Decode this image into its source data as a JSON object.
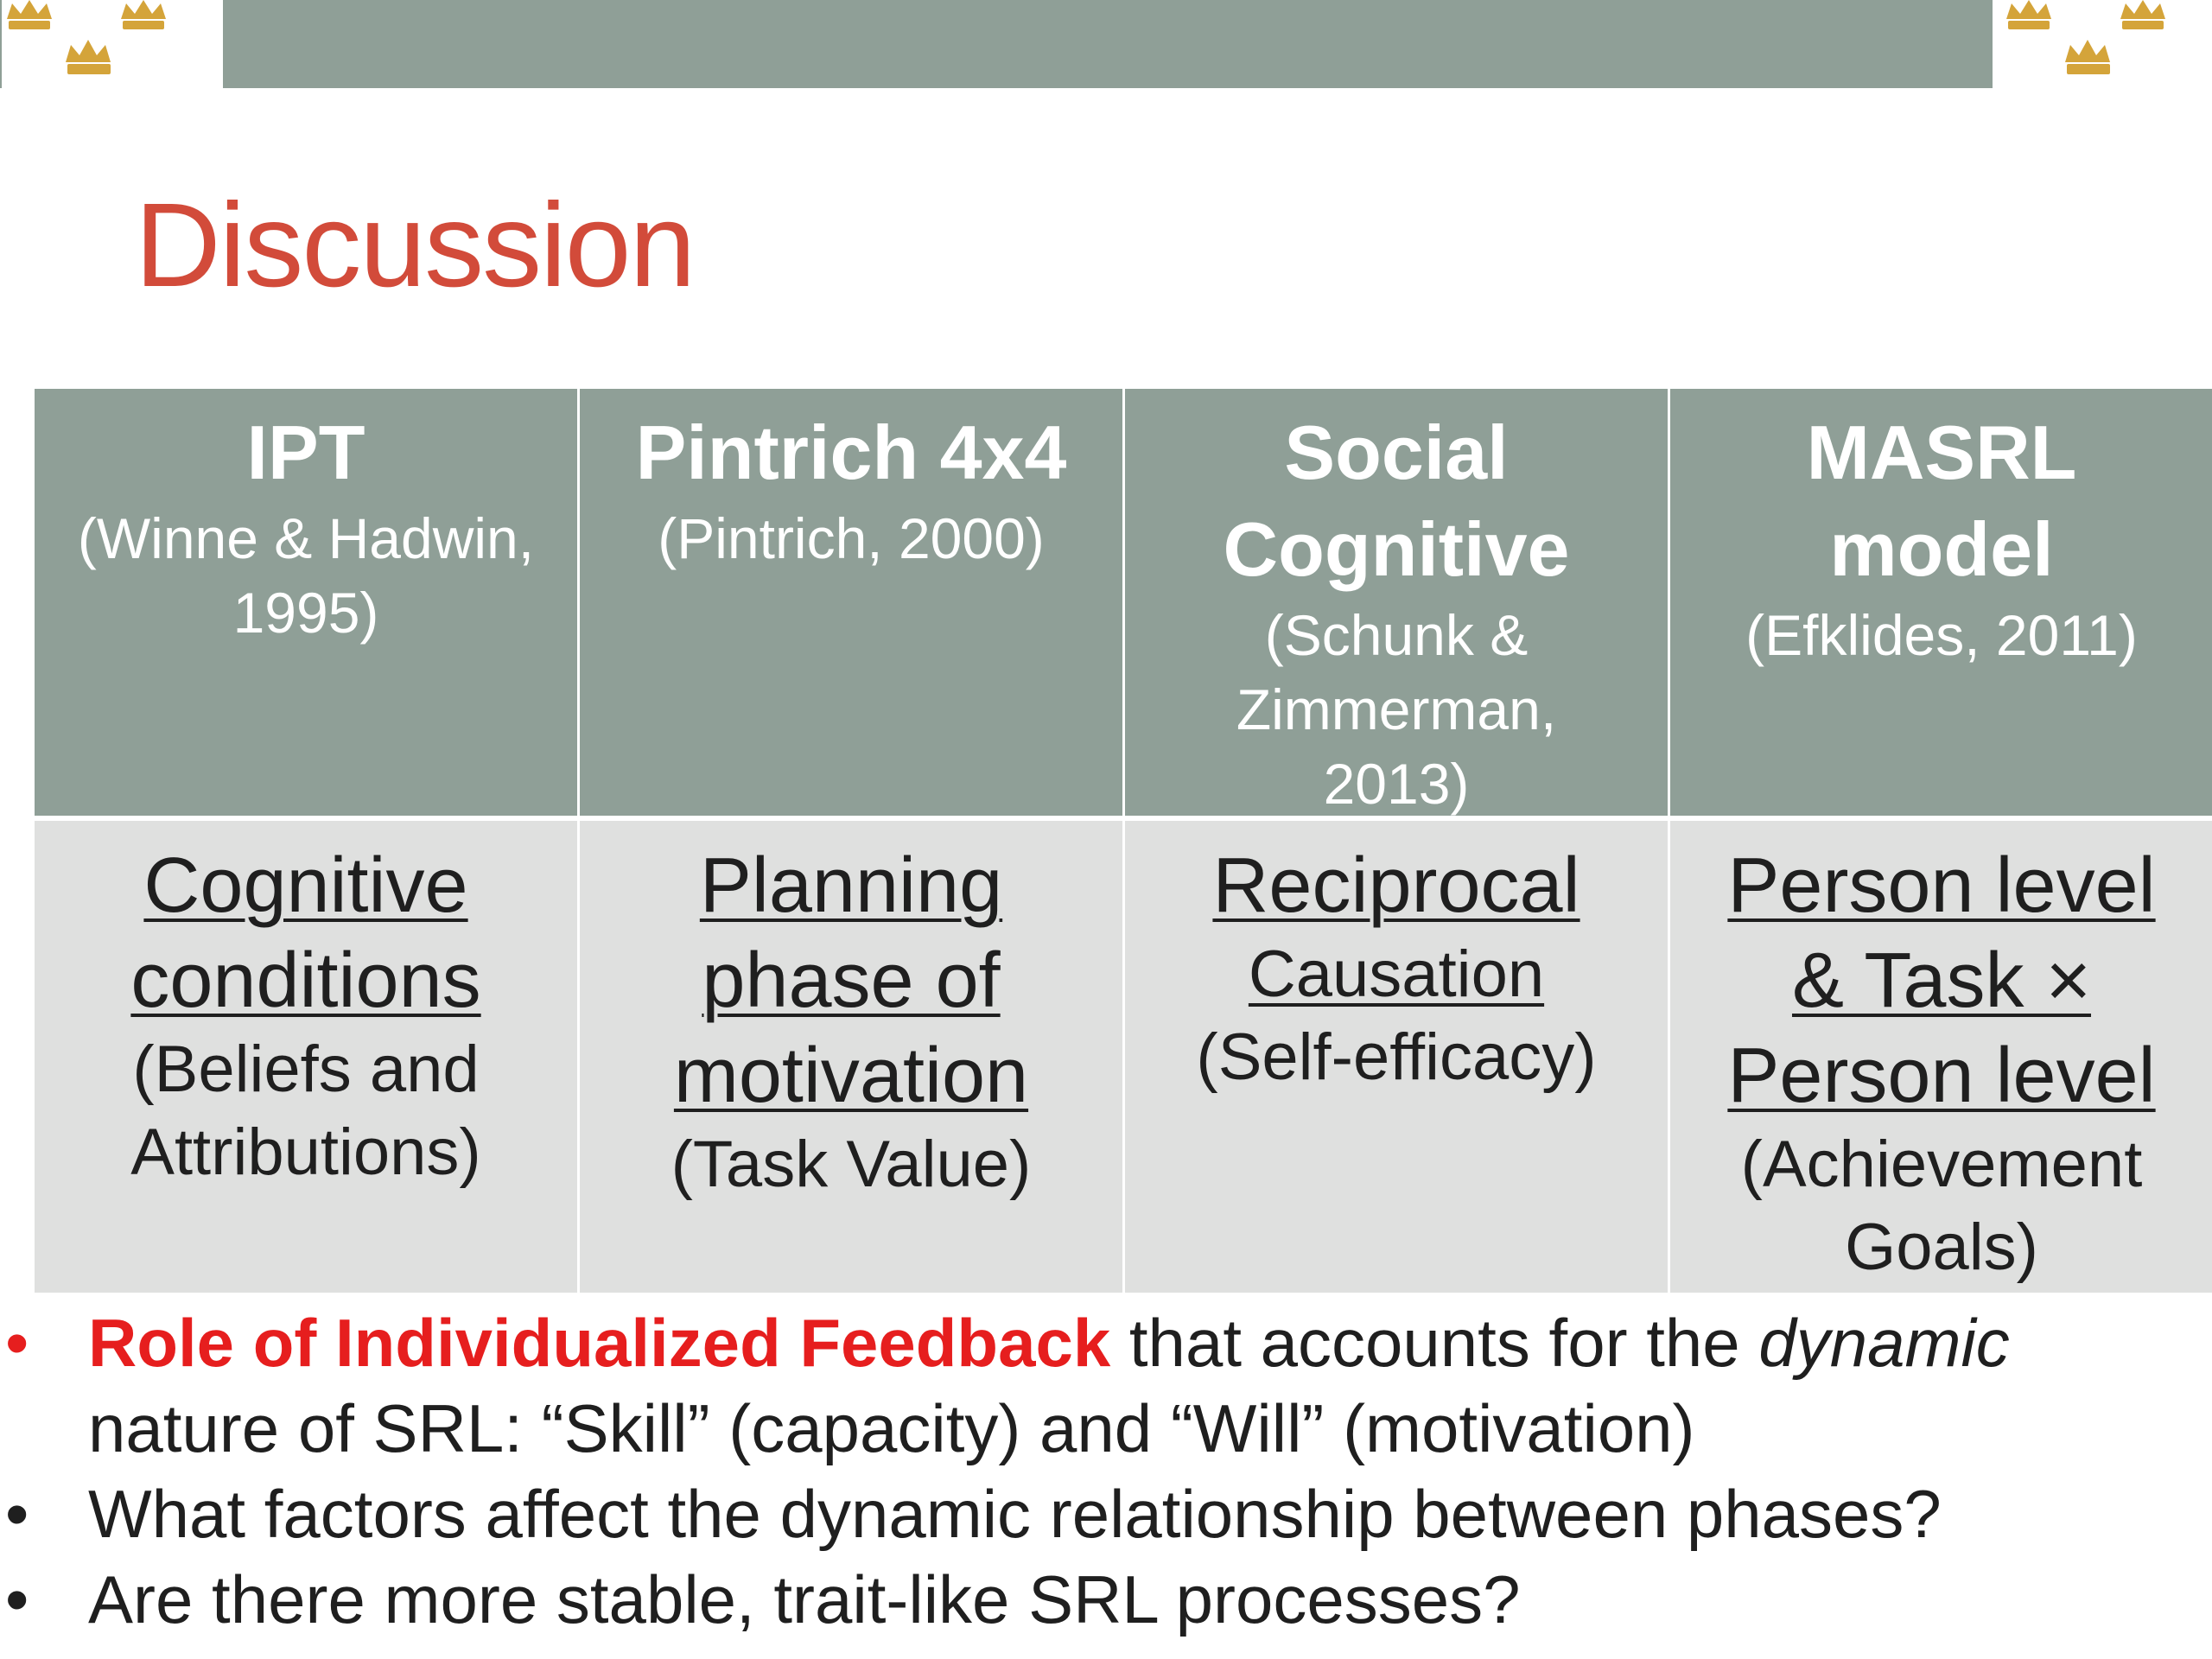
{
  "slide": {
    "title": "Discussion",
    "colors": {
      "title": "#d24b3a",
      "header_fill": "#8f9f97",
      "body_fill": "#dfe0df",
      "crown_gold": "#d4a43a",
      "highlight_red": "#e61e1e"
    }
  },
  "table": {
    "headers": [
      {
        "name": [
          "IPT"
        ],
        "citation": [
          "(Winne & Hadwin,",
          "1995)"
        ]
      },
      {
        "name": [
          "Pintrich 4x4"
        ],
        "citation": [
          "(Pintrich, 2000)"
        ]
      },
      {
        "name": [
          "Social",
          "Cognitive"
        ],
        "citation": [
          "(Schunk &",
          "Zimmerman,",
          "2013)"
        ]
      },
      {
        "name": [
          "MASRL",
          "model"
        ],
        "citation": [
          "(Efklides, 2011)"
        ]
      }
    ],
    "cells": [
      {
        "key": [
          "Cognitive",
          "conditions"
        ],
        "note": [
          "(Beliefs and",
          "Attributions)"
        ]
      },
      {
        "key": [
          "Planning",
          "phase of",
          "motivation"
        ],
        "note": [
          "(Task Value)"
        ]
      },
      {
        "key": [
          "Reciprocal"
        ],
        "key_small": [
          "Causation"
        ],
        "note": [
          "(Self-efficacy)"
        ]
      },
      {
        "key": [
          "Person level",
          "&  Task ×",
          "Person level"
        ],
        "note": [
          "(Achievement",
          "Goals)"
        ]
      }
    ]
  },
  "bullets": [
    {
      "bullet_symbol": "•",
      "emphasis": "Role of Individualized Feedback",
      "text_a": " that accounts for the ",
      "italic": "dynamic",
      "text_b": "nature of SRL: “Skill” (capacity) and “Will” (motivation)"
    },
    {
      "bullet_symbol": "•",
      "text": "What factors affect the dynamic relationship between phases?"
    },
    {
      "bullet_symbol": "•",
      "text": "Are there more stable, trait-like SRL processes?"
    }
  ]
}
